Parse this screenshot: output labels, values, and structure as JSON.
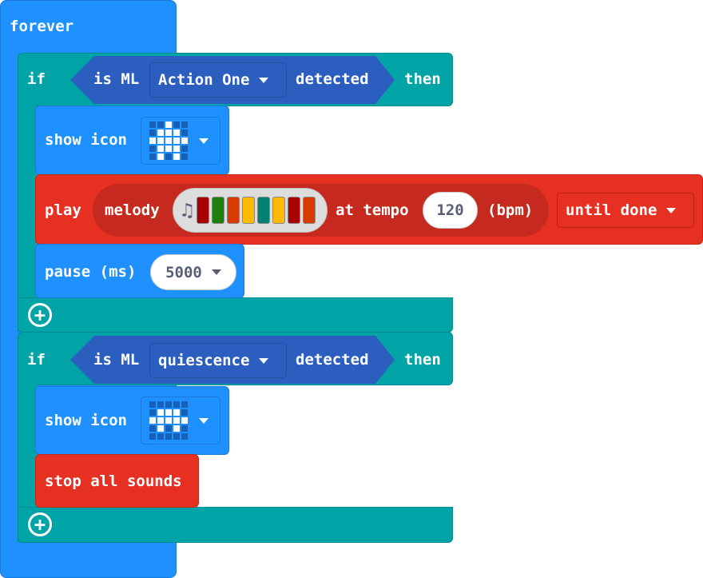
{
  "forever": {
    "label": "forever"
  },
  "if_blocks": [
    {
      "if_label": "if",
      "then_label": "then",
      "condition": {
        "prefix": "is ML",
        "value": "Action One",
        "suffix": "detected"
      }
    },
    {
      "if_label": "if",
      "then_label": "then",
      "condition": {
        "prefix": "is ML",
        "value": "quiescence",
        "suffix": "detected"
      }
    }
  ],
  "show_icon_1": {
    "label": "show icon",
    "leds": [
      [
        0,
        0,
        1,
        0,
        0
      ],
      [
        0,
        1,
        1,
        1,
        0
      ],
      [
        1,
        1,
        1,
        1,
        1
      ],
      [
        0,
        1,
        1,
        1,
        0
      ],
      [
        0,
        1,
        0,
        1,
        0
      ]
    ]
  },
  "show_icon_2": {
    "label": "show icon",
    "leds": [
      [
        0,
        0,
        0,
        0,
        0
      ],
      [
        0,
        1,
        1,
        1,
        0
      ],
      [
        1,
        1,
        1,
        1,
        1
      ],
      [
        0,
        1,
        0,
        1,
        0
      ],
      [
        0,
        0,
        0,
        0,
        0
      ]
    ]
  },
  "play": {
    "label": "play",
    "melody_label": "melody",
    "melody_colors": [
      "#A80000",
      "#1D800E",
      "#D83B01",
      "#FFB900",
      "#008272",
      "#FFB900",
      "#A80000",
      "#D83B01"
    ],
    "tempo_label": "at tempo",
    "tempo": "120",
    "bpm_label": "(bpm)",
    "mode": "until done"
  },
  "pause": {
    "label": "pause (ms)",
    "value": "5000"
  },
  "stop": {
    "label": "stop all sounds"
  },
  "colors": {
    "forever": "#1E90FF",
    "logic": "#00A4A6",
    "ml": "#2C5EBF",
    "music": "#E63022"
  }
}
